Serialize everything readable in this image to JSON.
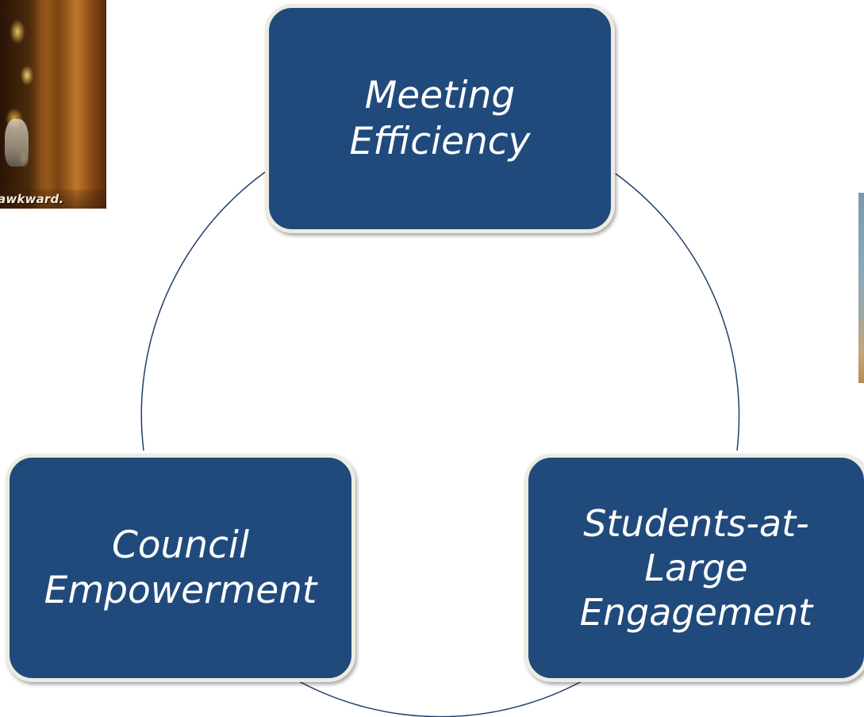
{
  "diagram": {
    "type": "cycle",
    "nodes": [
      {
        "id": "top",
        "label": "Meeting\nEfficiency"
      },
      {
        "id": "right",
        "label": "Students-at-\nLarge\nEngagement"
      },
      {
        "id": "left",
        "label": "Council\nEmpowerment"
      }
    ],
    "edges": [
      {
        "from": "top",
        "to": "right"
      },
      {
        "from": "right",
        "to": "left"
      },
      {
        "from": "left",
        "to": "top"
      }
    ]
  },
  "photos": {
    "left_caption": "awkward."
  },
  "colors": {
    "node_fill": "#204a7c",
    "node_border": "#eeece1",
    "connector": "#1f3f6b",
    "background": "#ffffff"
  }
}
